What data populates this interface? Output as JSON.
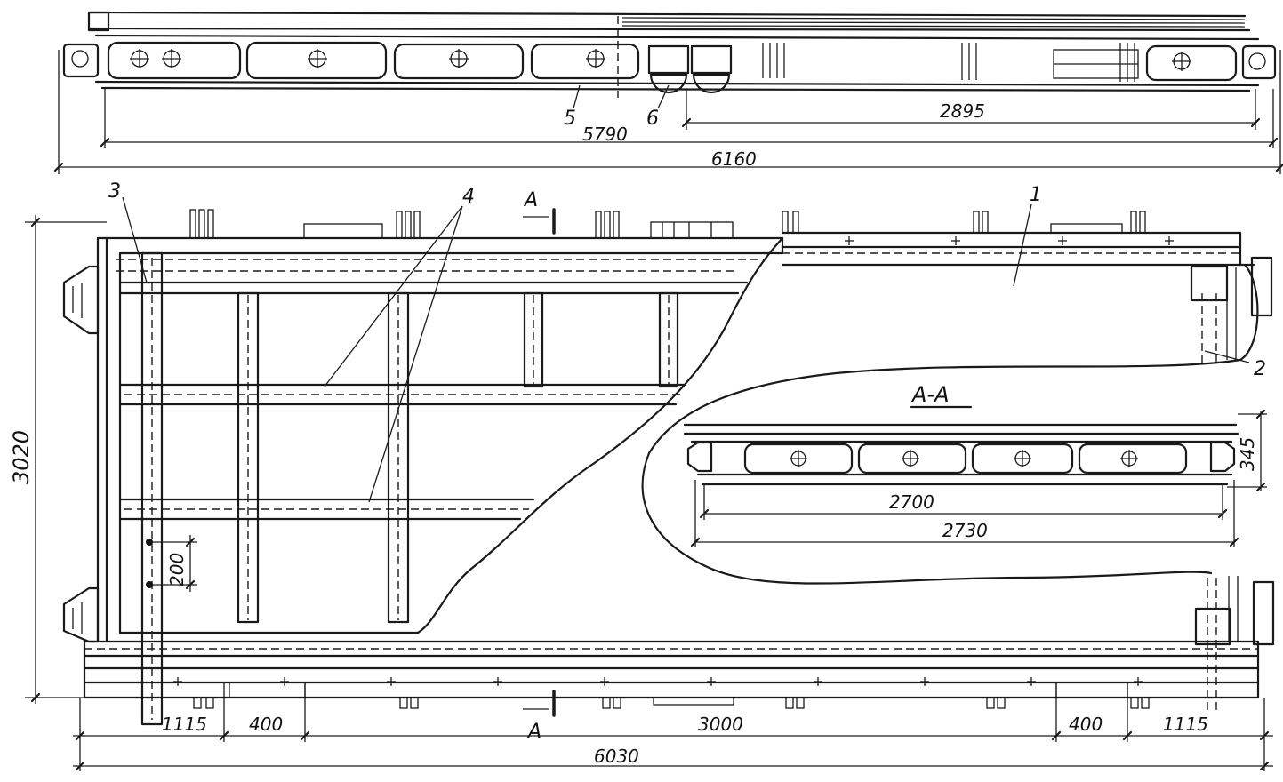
{
  "labels": {
    "l1": "1",
    "l2": "2",
    "l3": "3",
    "l4": "4",
    "l5": "5",
    "l6": "6",
    "sectionA_top": "A",
    "sectionA_bottom": "A",
    "section_title": "A-A"
  },
  "dimensions": {
    "d2895": "2895",
    "d5790": "5790",
    "d6160": "6160",
    "d3020": "3020",
    "d200": "200",
    "d345": "345",
    "d2700": "2700",
    "d2730": "2730",
    "d1115_left": "1115",
    "d400_left": "400",
    "d3000": "3000",
    "d400_right": "400",
    "d1115_right": "1115",
    "d6030": "6030"
  }
}
